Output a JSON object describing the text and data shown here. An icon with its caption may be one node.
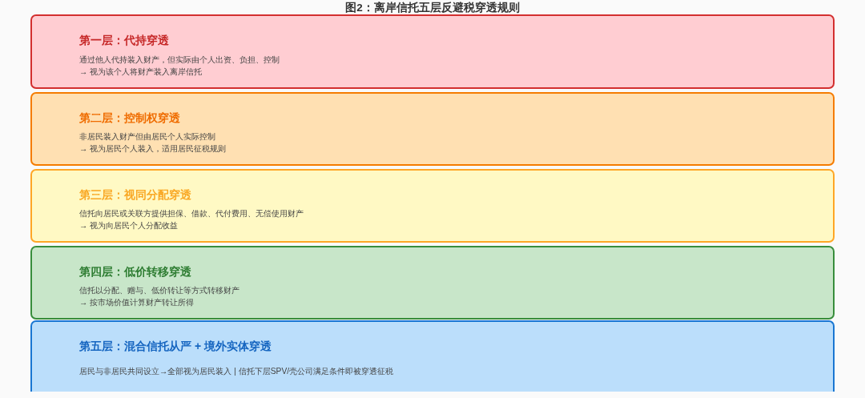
{
  "diagram": {
    "title": "图2：离岸信托五层反避税穿透规则",
    "nodes": [
      {
        "text": [
          "第一层：代持穿透",
          "通过他人代持装入财产，但实际由个人出资、负担、控制",
          "→ 视为该个人将财产装入离岸信托"
        ]
      },
      {
        "text": [
          "第二层：控制权穿透",
          "非居民装入财产但由居民个人实际控制",
          "→ 视为居民个人装入，适用居民征税规则"
        ]
      },
      {
        "text": [
          "第三层：视同分配穿透",
          "信托向居民或关联方提供担保、借款、代付费用、无偿使用财产",
          "→ 视为向居民个人分配收益"
        ]
      },
      {
        "text": [
          "第四层：低价转移穿透",
          "信托以分配、赠与、低价转让等方式转移财产",
          "→ 按市场价值计算财产转让所得"
        ]
      },
      {
        "text": [
          "第五层：混合信托从严 + 境外实体穿透",
          "居民与非居民共同设立→全部视为居民装入 | 信托下层SPV/壳公司满足条件即被穿透征税"
        ]
      }
    ]
  }
}
